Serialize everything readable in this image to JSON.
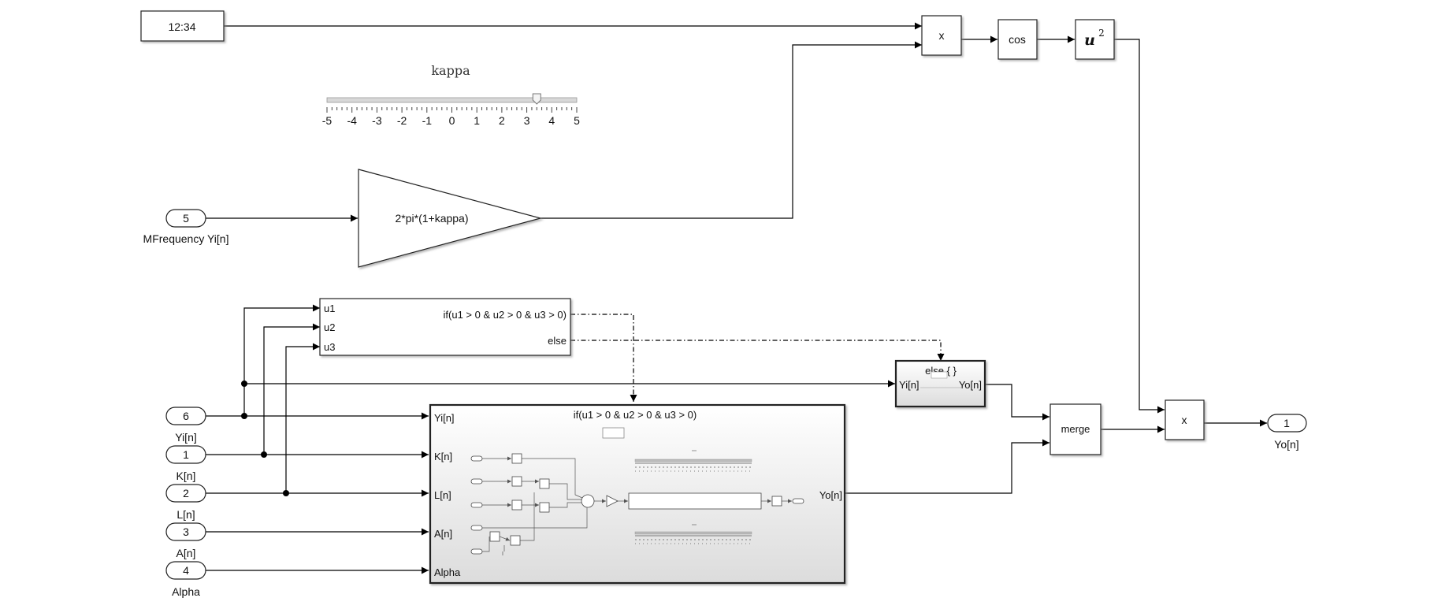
{
  "clock": {
    "label": "12:34"
  },
  "slider": {
    "title": "kappa",
    "ticks": [
      "-5",
      "-4",
      "-3",
      "-2",
      "-1",
      "0",
      "1",
      "2",
      "3",
      "4",
      "5"
    ],
    "value": 3.4
  },
  "gain": {
    "label": "2*pi*(1+kappa)"
  },
  "product_top": {
    "label": "x"
  },
  "cos": {
    "label": "cos"
  },
  "square": {
    "base": "u",
    "exp": "2"
  },
  "inports": [
    {
      "num": "5",
      "name": "MFrequency Yi[n]"
    },
    {
      "num": "6",
      "name": "Yi[n]"
    },
    {
      "num": "1",
      "name": "K[n]"
    },
    {
      "num": "2",
      "name": "L[n]"
    },
    {
      "num": "3",
      "name": "A[n]"
    },
    {
      "num": "4",
      "name": "Alpha"
    }
  ],
  "if_block": {
    "inputs": [
      "u1",
      "u2",
      "u3"
    ],
    "out_if": "if(u1 > 0 & u2 > 0 & u3 > 0)",
    "out_else": "else"
  },
  "if_subsystem": {
    "title": "if(u1 > 0 & u2 > 0 & u3 > 0)",
    "inputs": [
      "Yi[n]",
      "K[n]",
      "L[n]",
      "A[n]",
      "Alpha"
    ],
    "output": "Yo[n]"
  },
  "else_subsystem": {
    "title": "else { }",
    "input": "Yi[n]",
    "output": "Yo[n]"
  },
  "merge": {
    "label": "merge"
  },
  "product_out": {
    "label": "x"
  },
  "outport": {
    "num": "1",
    "name": "Yo[n]"
  }
}
